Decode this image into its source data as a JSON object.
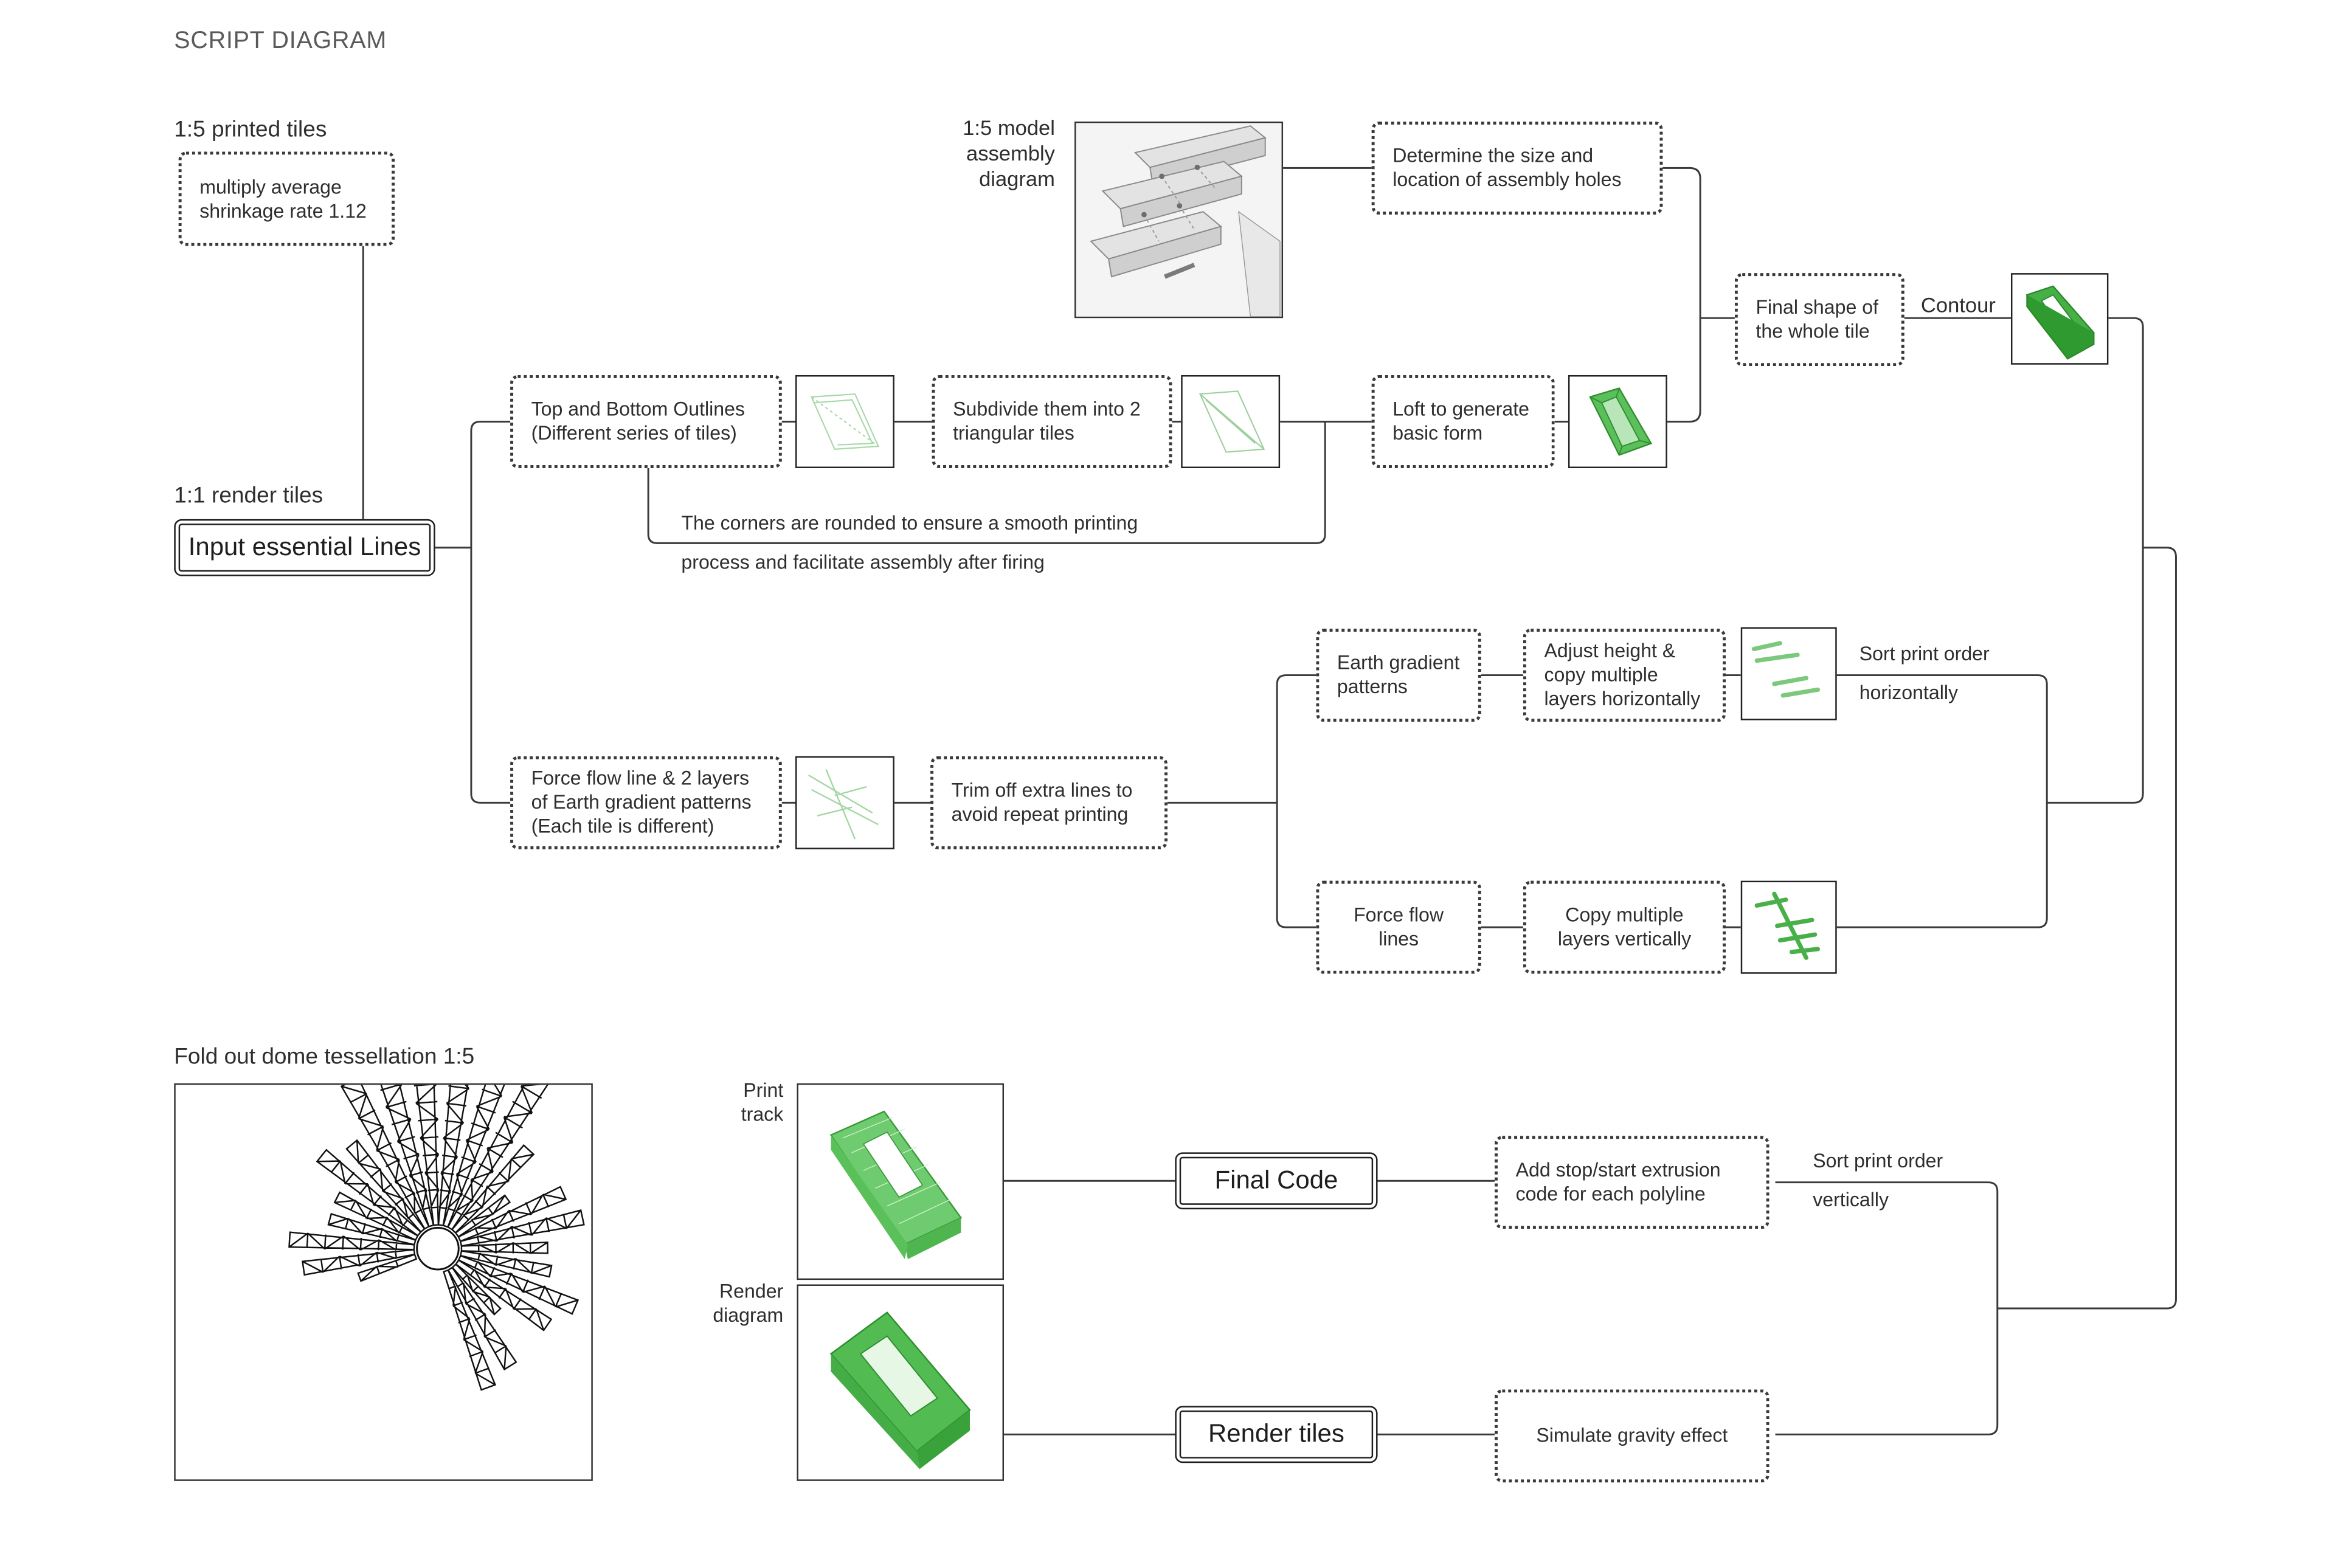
{
  "title": "SCRIPT DIAGRAM",
  "labels": {
    "printed_tiles": "1:5 printed tiles",
    "render_tiles_scale": "1:1 render tiles",
    "assembly_diagram": "1:5 model\nassembly\ndiagram",
    "contour": "Contour",
    "corner_note_line1": "The corners are rounded to ensure a smooth printing",
    "corner_note_line2": "process and facilitate assembly after firing",
    "sort_h_line1": "Sort print order",
    "sort_h_line2": "horizontally",
    "sort_v_line1": "Sort print order",
    "sort_v_line2": "vertically",
    "dome": "Fold out dome tessellation 1:5",
    "print_track": "Print\ntrack",
    "render_diagram": "Render\ndiagram"
  },
  "nodes": {
    "shrinkage": "multiply average\nshrinkage rate 1.12",
    "input_lines": "Input essential Lines",
    "outlines": "Top and Bottom Outlines\n(Different series of tiles)",
    "subdivide": "Subdivide them into 2\ntriangular tiles",
    "loft": "Loft to generate\nbasic form",
    "assembly_holes": "Determine the size and\nlocation of assembly holes",
    "final_shape": "Final shape of\nthe whole tile",
    "force_flow_gradient": "Force flow line & 2 layers\nof Earth gradient patterns\n(Each tile is different)",
    "trim": "Trim off extra lines to\navoid repeat printing",
    "earth_gradient": "Earth gradient\npatterns",
    "adjust_height": "Adjust height &\ncopy multiple\nlayers horizontally",
    "force_flow_lines": "Force flow\nlines",
    "copy_vertical": "Copy multiple\nlayers vertically",
    "final_code": "Final Code",
    "stop_start": "Add stop/start extrusion\ncode for each polyline",
    "render_tiles": "Render tiles",
    "gravity": "Simulate gravity effect"
  },
  "colors": {
    "accent_green": "#3fae3f",
    "light_green": "#8fd08f",
    "line": "#333333"
  }
}
